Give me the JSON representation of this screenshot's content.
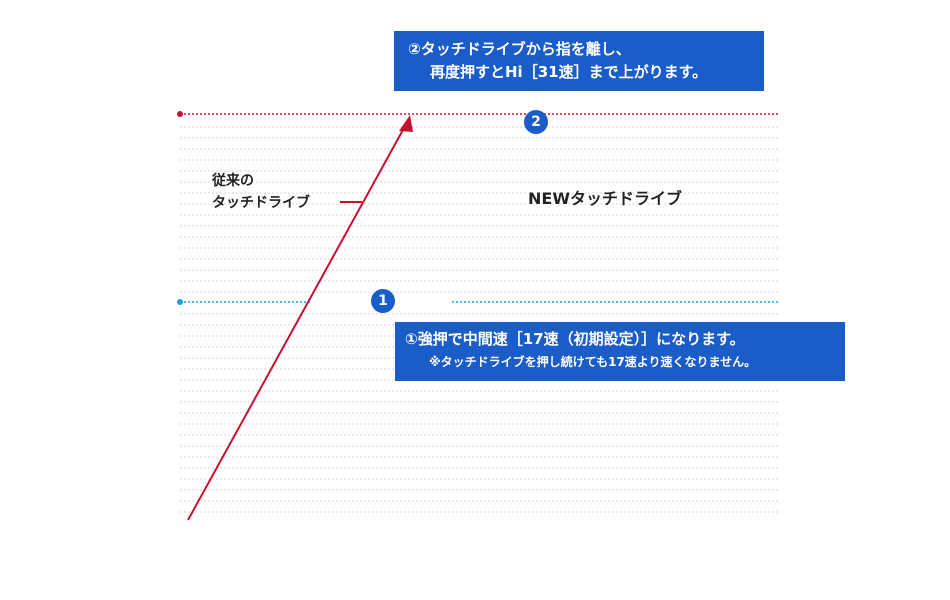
{
  "callouts": {
    "step2_line1": "②タッチドライブから指を離し、",
    "step2_line2": "再度押すとHi［31速］まで上がります。",
    "step1_main": "①強押で中間速［17速（初期設定）］になります。",
    "step1_note": "※タッチドライブを押し続けても17速より速くなりません。"
  },
  "labels": {
    "old_line1": "従来の",
    "old_line2": "タッチドライブ",
    "new": "NEWタッチドライブ"
  },
  "badges": {
    "step1": "1",
    "step2": "2"
  },
  "colors": {
    "callout_blue": "#1a5cc8",
    "hi_speed_line": "#d0103a",
    "mid_speed_line": "#1aa0e0",
    "old_drive_arrow": "#c8102e"
  }
}
